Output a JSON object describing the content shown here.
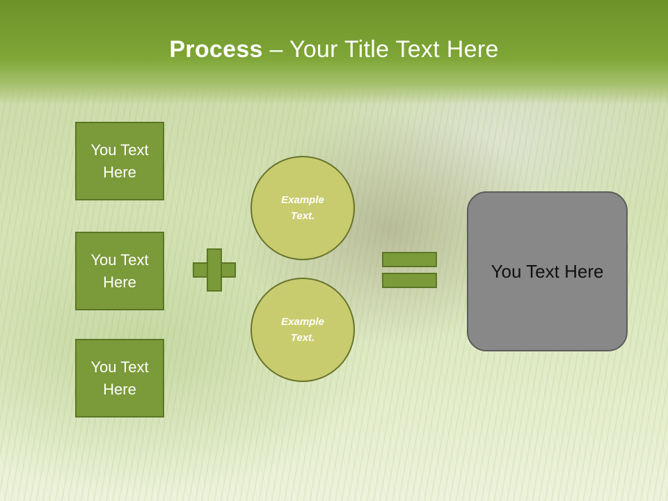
{
  "slide": {
    "title_bold": "Process",
    "title_rest": " – Your Title Text Here",
    "left_boxes": [
      {
        "label": "You Text Here"
      },
      {
        "label": "You Text Here"
      },
      {
        "label": "You Text Here"
      }
    ],
    "circles": [
      {
        "label": "Example Text."
      },
      {
        "label": "Example Text."
      }
    ],
    "result": {
      "label": "You Text Here"
    }
  },
  "colors": {
    "header_green": "#7ea536",
    "box_green": "#7b9a3a",
    "circle_fill": "#c9cc6e",
    "result_gray": "#888888"
  },
  "icons": {
    "operator_1": "plus-icon",
    "operator_2": "equals-icon"
  }
}
